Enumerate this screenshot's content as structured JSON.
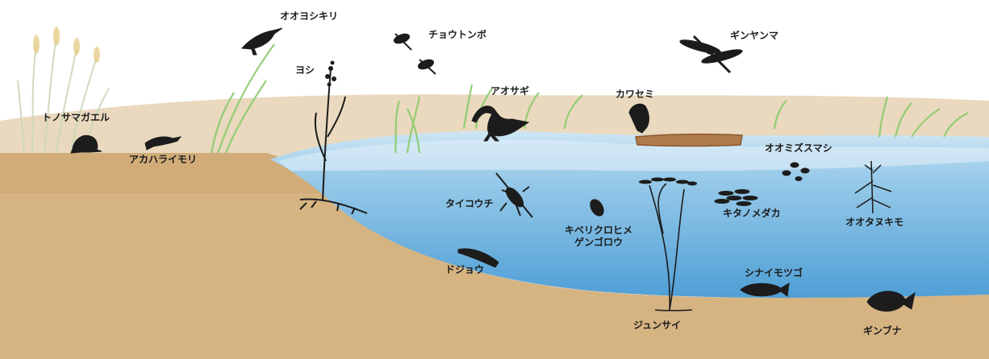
{
  "colors": {
    "soil": "#d9b98a",
    "soil_dark": "#c9a471",
    "water_light": "#a9d3ec",
    "water_deep": "#5aa9da",
    "reed_green": "#86c96a",
    "silhouette": "#1c1c1c"
  },
  "labels": {
    "tonosama_gaeru": "トノサマガエル",
    "akahara_imori": "アカハライモリ",
    "oo_yoshikiri": "オオヨシキリ",
    "yoshi": "ヨシ",
    "chouton_bo": "チョウトンボ",
    "aosagi": "アオサギ",
    "ginyanma": "ギンヤンマ",
    "kawasemi": "カワセミ",
    "oomizusumashi": "オオミズスマシ",
    "taikouchi": "タイコウチ",
    "kiberikurohime_1": "キベリクロヒメ",
    "kiberikurohime_2": "ゲンゴロウ",
    "kitanomedaka": "キタノメダカ",
    "ootanukimo": "オオタヌキモ",
    "dojou": "ドジョウ",
    "shinaimotsugo": "シナイモツゴ",
    "junsai": "ジュンサイ",
    "ginbuna": "ギンブナ"
  },
  "icons": [
    "frog-icon",
    "newt-icon",
    "warbler-icon",
    "reed-plant-icon",
    "dragonfly-icon",
    "heron-icon",
    "kingfisher-icon",
    "log-icon",
    "beetles-icon",
    "water-scorpion-icon",
    "diving-beetle-icon",
    "medaka-school-icon",
    "bladderwort-icon",
    "loach-icon",
    "minnow-icon",
    "water-shield-icon",
    "crucian-carp-icon"
  ]
}
